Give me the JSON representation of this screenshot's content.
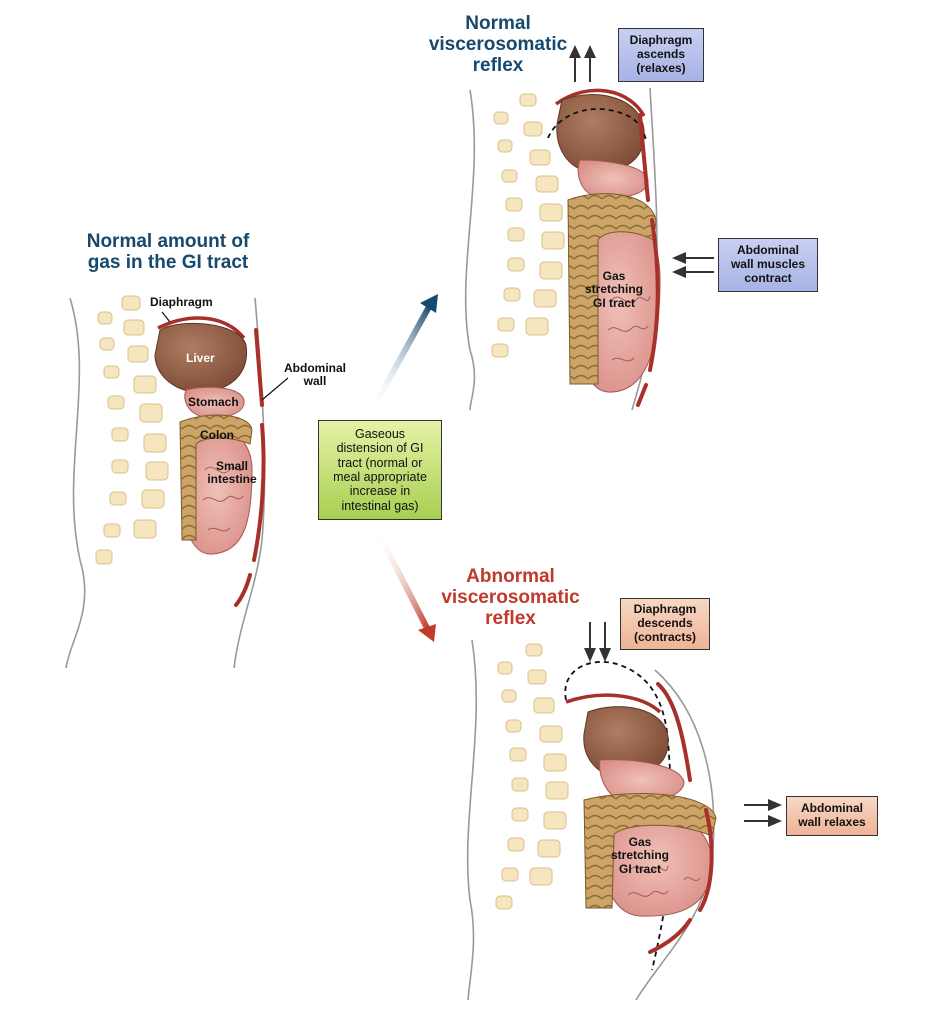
{
  "normal_state": {
    "title_line1": "Normal amount of",
    "title_line2": "gas in the GI tract",
    "labels": {
      "diaphragm": "Diaphragm",
      "liver": "Liver",
      "stomach": "Stomach",
      "colon": "Colon",
      "small_intestine_line1": "Small",
      "small_intestine_line2": "intestine",
      "abdominal_wall_line1": "Abdominal",
      "abdominal_wall_line2": "wall"
    }
  },
  "stimulus_box": {
    "line1": "Gaseous",
    "line2": "distension of GI",
    "line3": "tract (normal or",
    "line4": "meal appropriate",
    "line5": "increase in",
    "line6": "intestinal gas)"
  },
  "normal_reflex": {
    "title_line1": "Normal",
    "title_line2": "viscerosomatic",
    "title_line3": "reflex",
    "diaphragm_box": {
      "line1": "Diaphragm",
      "line2": "ascends",
      "line3": "(relaxes)"
    },
    "abdominal_box": {
      "line1": "Abdominal",
      "line2": "wall muscles",
      "line3": "contract"
    },
    "gas_label": {
      "line1": "Gas",
      "line2": "stretching",
      "line3": "GI tract"
    }
  },
  "abnormal_reflex": {
    "title_line1": "Abnormal",
    "title_line2": "viscerosomatic",
    "title_line3": "reflex",
    "diaphragm_box": {
      "line1": "Diaphragm",
      "line2": "descends",
      "line3": "(contracts)"
    },
    "abdominal_box": {
      "line1": "Abdominal",
      "line2": "wall relaxes"
    },
    "gas_label": {
      "line1": "Gas",
      "line2": "stretching",
      "line3": "GI tract"
    }
  },
  "colors": {
    "normal_blue": "#17496f",
    "abnormal_red": "#c0392b",
    "stimulus_green": "#a9cf52",
    "muscle_red": "#a8302a",
    "liver_brown": "#8e5a43",
    "colon_tan": "#c49a5c",
    "intestine_pink": "#e5a7a0",
    "vertebra_cream": "#f6e6bf"
  }
}
